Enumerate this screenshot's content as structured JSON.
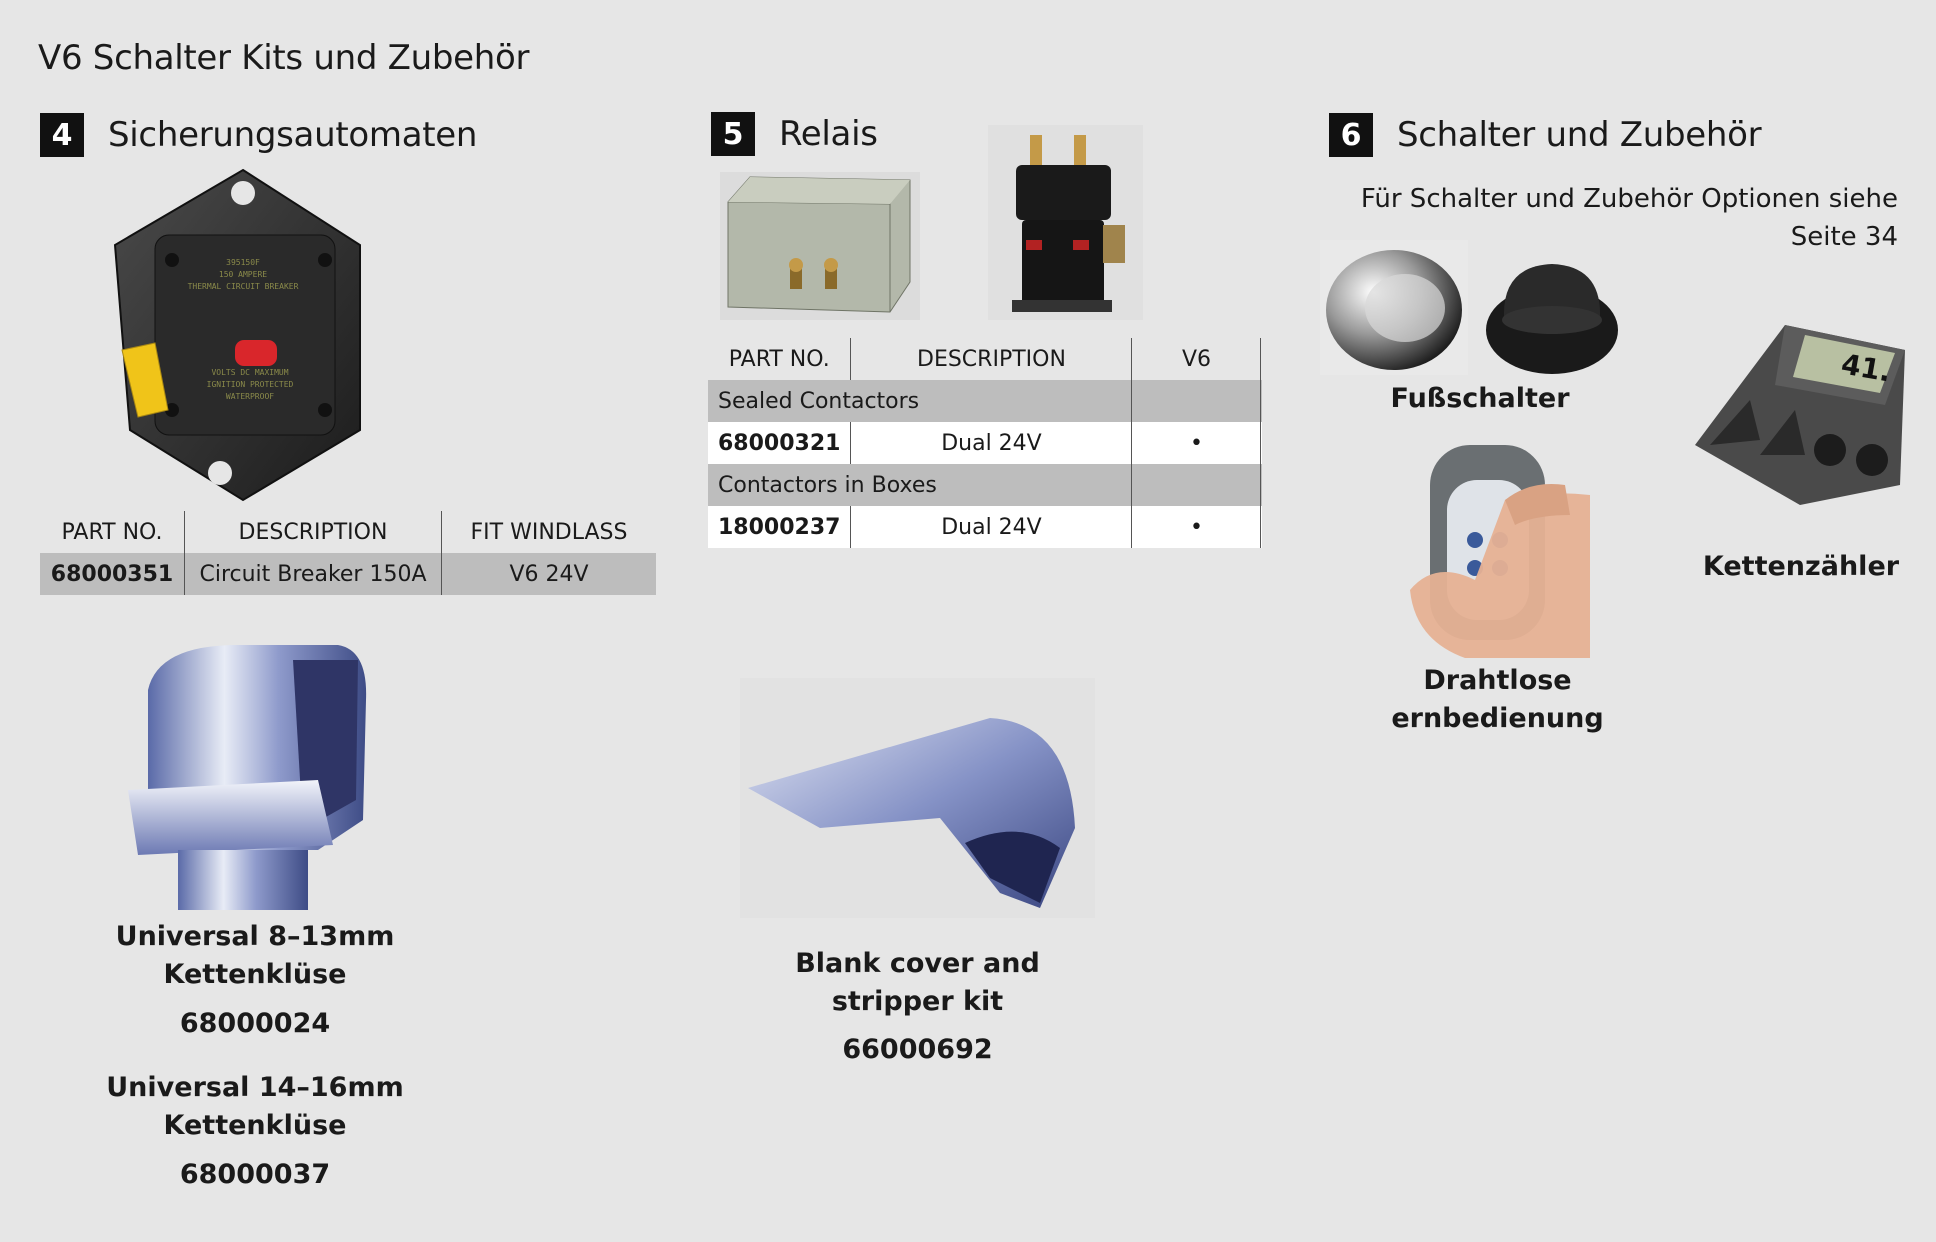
{
  "page_title": "V6 Schalter Kits und Zubehör",
  "sections": {
    "s4": {
      "number": "4",
      "title": "Sicherungsautomaten"
    },
    "s5": {
      "number": "5",
      "title": "Relais"
    },
    "s6": {
      "number": "6",
      "title": "Schalter und Zubehör"
    }
  },
  "breaker_table": {
    "headers": [
      "PART NO.",
      "DESCRIPTION",
      "FIT WINDLASS"
    ],
    "row": {
      "part": "68000351",
      "description": "Circuit Breaker 150A",
      "fit": "V6 24V"
    }
  },
  "breaker_label_lines": [
    "395150F",
    "150 AMPERE",
    "THERMAL CIRCUIT BREAKER",
    "VOLTS DC MAXIMUM",
    "IGNITION PROTECTED",
    "WATERPROOF"
  ],
  "relay_table": {
    "headers": [
      "PART NO.",
      "DESCRIPTION",
      "V6"
    ],
    "groups": [
      {
        "name": "Sealed Contactors",
        "part": "68000321",
        "description": "Dual 24V",
        "v6": "•"
      },
      {
        "name": "Contactors in Boxes",
        "part": "18000237",
        "description": "Dual 24V",
        "v6": "•"
      }
    ]
  },
  "s6_note": {
    "line1": "Für Schalter und Zubehör Optionen siehe",
    "line2": "Seite 34"
  },
  "captions": {
    "foot_switch": "Fußschalter",
    "chain_counter": "Kettenzähler",
    "chain_counter_display": "41.",
    "wireless_remote": "Drahtlose ernbedienung"
  },
  "hawse_pipe": {
    "item1_line1": "Universal 8–13mm",
    "item1_line2": "Kettenklüse",
    "item1_part": "68000024",
    "item2_line1": "Universal 14–16mm",
    "item2_line2": "Kettenklüse",
    "item2_part": "68000037"
  },
  "blank_cover": {
    "line1": "Blank cover and",
    "line2": "stripper kit",
    "part": "66000692"
  },
  "colors": {
    "section_badge": "#111111",
    "table_grey": "#bdbdbd",
    "page_bg": "#e6e6e6",
    "breaker_button": "#d9262b",
    "breaker_lever": "#f0c419"
  }
}
